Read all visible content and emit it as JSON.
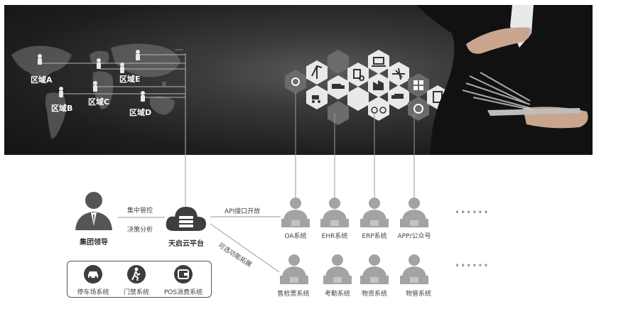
{
  "banner": {
    "regions": [
      "区域A",
      "区域B",
      "区域C",
      "区域D",
      "区域E"
    ],
    "icons": [
      "crane-icon",
      "search-doc-icon",
      "laptop-icon",
      "airplane-icon",
      "windows-icon",
      "truck-icon",
      "forklift-icon",
      "truck-left-icon",
      "scan-icon",
      "factory-icon",
      "bicycle-icon",
      "clipboard-icon",
      "gear-hex-icon",
      "lifebuoy-icon",
      "blank-hex"
    ]
  },
  "leader": {
    "label": "集团领导"
  },
  "platform": {
    "label": "天启云平台"
  },
  "links": {
    "control": "集中管控",
    "analysis": "决策分析",
    "api": "API接口开放",
    "optional": "可选功能拓展"
  },
  "top_systems": [
    "OA系统",
    "EHR系统",
    "ERP系统",
    "APP/公众号"
  ],
  "bottom_systems": [
    "售检票系统",
    "考勤系统",
    "物资系统",
    "物管系统"
  ],
  "more": "••••••",
  "box_items": [
    "停车场系统",
    "门禁系统",
    "POS消费系统"
  ],
  "colors": {
    "banner_dark": "#1e1e1e",
    "hex_gray": "#6b6b6b",
    "person_gray": "#a3a3a3",
    "icon_dark": "#555555"
  }
}
